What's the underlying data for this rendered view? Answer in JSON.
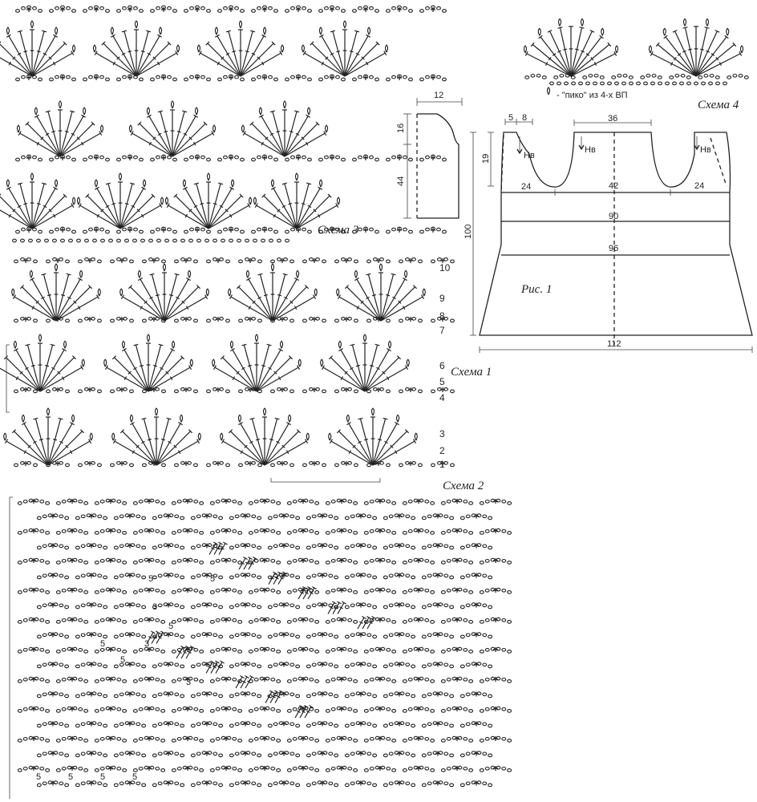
{
  "schemes": {
    "scheme1": "Схема 1",
    "scheme2": "Схема 2",
    "scheme3": "Схема 3",
    "scheme4": "Схема 4"
  },
  "legend": {
    "picot": "- \"пико\" из 4-х ВП"
  },
  "scheme1_rows": [
    "1",
    "2",
    "3",
    "4",
    "5",
    "6",
    "7",
    "8",
    "9",
    "10"
  ],
  "scheme2_marks": [
    "5",
    "3"
  ],
  "front_back": {
    "mark": "Нв"
  },
  "figure": {
    "title": "Рис. 1",
    "dims": {
      "strap": "5",
      "strap_gap": "8",
      "neck_top": "36",
      "armhole_h": "19",
      "side": "24",
      "center": "42",
      "side_r": "24",
      "w90": "90",
      "w96": "96",
      "bottom": "112",
      "height": "100"
    }
  },
  "sleeve": {
    "width": "12",
    "cap_h": "16",
    "body_h": "44"
  }
}
